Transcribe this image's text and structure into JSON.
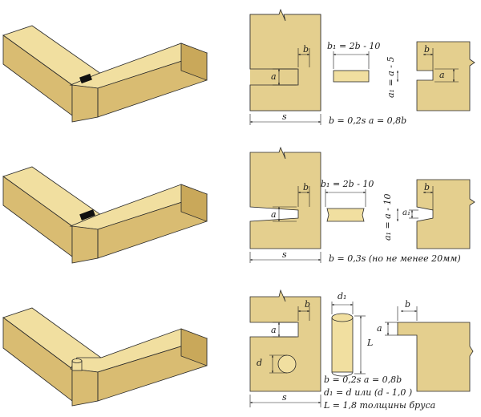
{
  "colors": {
    "wood_top": "#f1dfa0",
    "wood_front": "#d9bc72",
    "wood_side": "#c9a85a",
    "wood_plate": "#e4cf8e",
    "outline": "#2a2a2a",
    "joint_mark": "#111111",
    "background": "#ffffff"
  },
  "rows": [
    {
      "id": "row1",
      "labels": {
        "b": "b",
        "a": "a",
        "b1_formula": "b₁ = 2b - 10",
        "a1_formula": "a₁ = a - 5",
        "s": "s",
        "params": "b = 0,2s  a = 0,8b"
      }
    },
    {
      "id": "row2",
      "labels": {
        "b": "b",
        "a": "a",
        "b1_formula": "b₁ = 2b - 10",
        "a1_formula": "a₁ = a - 10",
        "a1": "a₁",
        "s": "s",
        "params": "b = 0,3s (но не менее 20мм)"
      }
    },
    {
      "id": "row3",
      "labels": {
        "b": "b",
        "a": "a",
        "d": "d",
        "d1": "d₁",
        "L": "L",
        "s": "s",
        "params1": "b = 0,2s  a = 0,8b",
        "params2": "d₁ = d или (d - 1,0 )",
        "params3": "L = 1,8 толщины бруса"
      }
    }
  ]
}
